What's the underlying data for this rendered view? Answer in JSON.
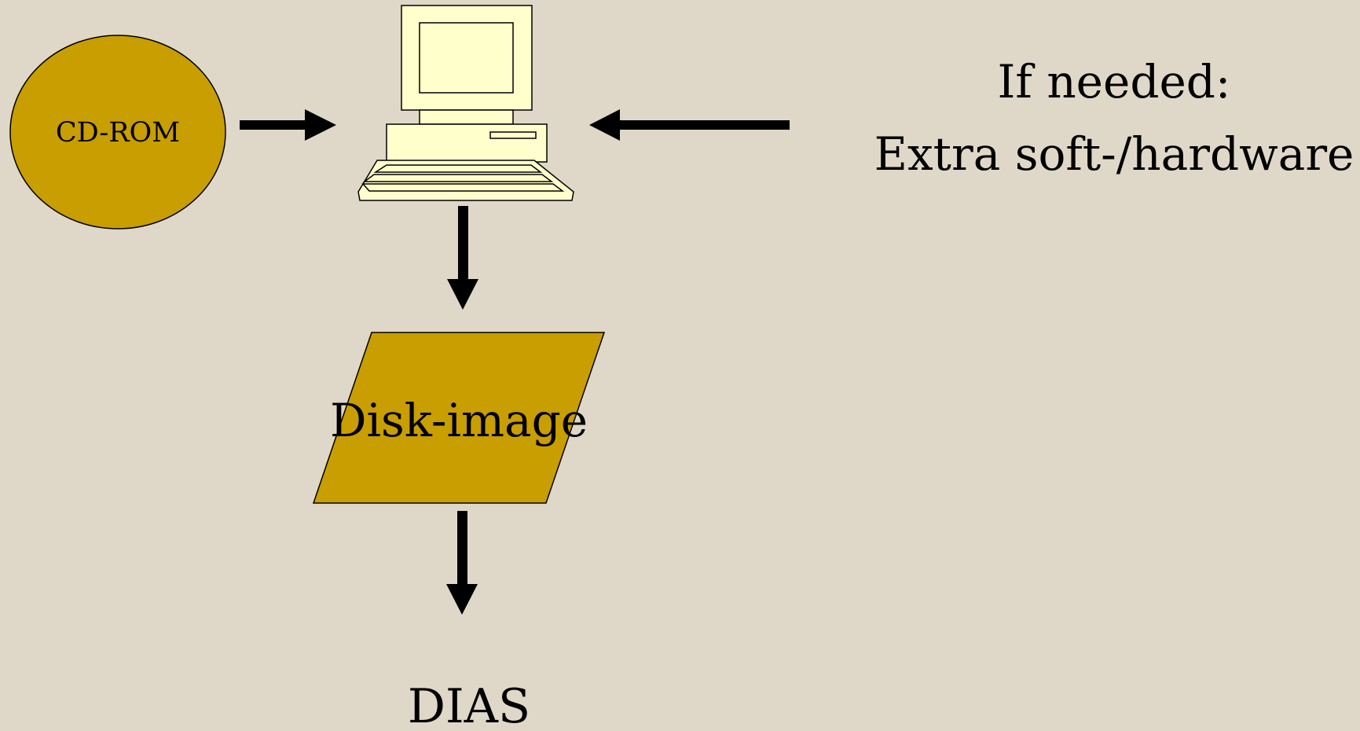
{
  "colors": {
    "background": "#dfd8c8",
    "shape_fill": "#c89e00",
    "computer_fill": "#ffffcc",
    "stroke": "#000000"
  },
  "nodes": {
    "cdrom": {
      "label": "CD-ROM",
      "shape": "ellipse"
    },
    "computer": {
      "icon": "desktop-computer-icon"
    },
    "extra": {
      "line1": "If needed:",
      "line2": "Extra soft-/hardware"
    },
    "disk_image": {
      "label": "Disk-image",
      "shape": "parallelogram"
    },
    "dias": {
      "label": "DIAS"
    }
  },
  "edges": [
    {
      "from": "cdrom",
      "to": "computer"
    },
    {
      "from": "extra",
      "to": "computer"
    },
    {
      "from": "computer",
      "to": "disk_image"
    },
    {
      "from": "disk_image",
      "to": "dias"
    }
  ]
}
